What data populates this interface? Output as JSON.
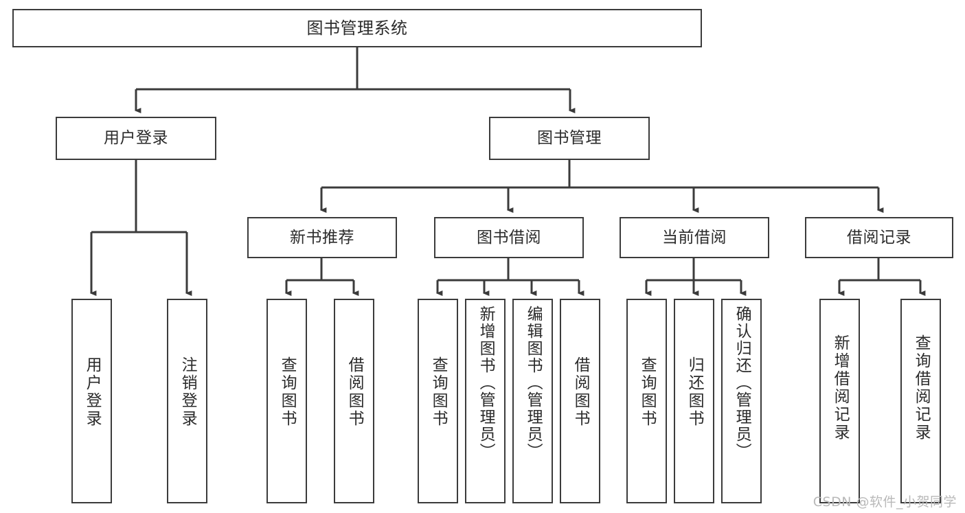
{
  "diagram": {
    "title": "图书管理系统",
    "type": "tree-hierarchy-diagram",
    "line_color": "#3b3b3b",
    "box_fill": "#ffffff",
    "text_color": "#2b2b2b",
    "watermark": "CSDN @软件_小贺同学"
  },
  "root": {
    "label": "图书管理系统"
  },
  "level2": [
    {
      "label": "用户登录"
    },
    {
      "label": "图书管理"
    }
  ],
  "level3": [
    {
      "label": "新书推荐"
    },
    {
      "label": "图书借阅"
    },
    {
      "label": "当前借阅"
    },
    {
      "label": "借阅记录"
    }
  ],
  "leaves": {
    "user_login": [
      {
        "label": "用户登录"
      },
      {
        "label": "注销登录"
      }
    ],
    "new_book_recommend": [
      {
        "label": "查询图书"
      },
      {
        "label": "借阅图书"
      }
    ],
    "book_borrow": [
      {
        "label": "查询图书"
      },
      {
        "label": "新增图书（管理员）"
      },
      {
        "label": "编辑图书（管理员）"
      },
      {
        "label": "借阅图书"
      }
    ],
    "current_borrow": [
      {
        "label": "查询图书"
      },
      {
        "label": "归还图书"
      },
      {
        "label": "确认归还（管理员）"
      }
    ],
    "borrow_record": [
      {
        "label": "新增借阅记录"
      },
      {
        "label": "查询借阅记录"
      }
    ]
  }
}
